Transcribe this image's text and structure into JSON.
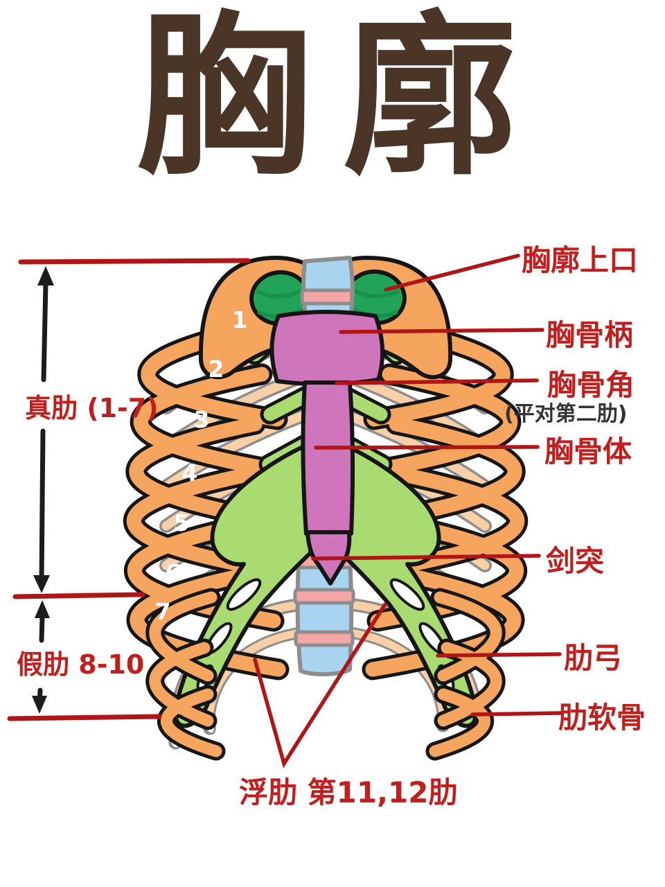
{
  "title": "胸廓",
  "palette": {
    "title_brown": "#4a3527",
    "label_red": "#c11f1d",
    "leader_line_red": "#b21515",
    "rib_orange": "#f5a55e",
    "posterior_rib_peach": "#f8d0a8",
    "cartilage_green": "#a9db70",
    "apex_green": "#21a457",
    "spine_blue": "#a8d4f0",
    "disc_pink": "#f4a6a6",
    "sternum_purple": "#ce75bc",
    "outline_black": "#151515",
    "outline_gray": "#8d8d8d",
    "arrow_black": "#1c1c1c"
  },
  "diagram": {
    "rib_numbers": [
      "1",
      "2",
      "3",
      "4",
      "5",
      "6",
      "7"
    ],
    "labels": {
      "thoracic_inlet": "胸廓上口",
      "manubrium": "胸骨柄",
      "sternal_angle": "胸骨角",
      "sternal_angle_note": "(平对第二肋)",
      "sternal_body": "胸骨体",
      "xiphoid": "剑突",
      "costal_arch": "肋弓",
      "costal_cartilage": "肋软骨",
      "true_ribs": "真肋 (1-7)",
      "false_ribs": "假肋 8-10",
      "floating_ribs": "浮肋 第11,12肋"
    }
  }
}
